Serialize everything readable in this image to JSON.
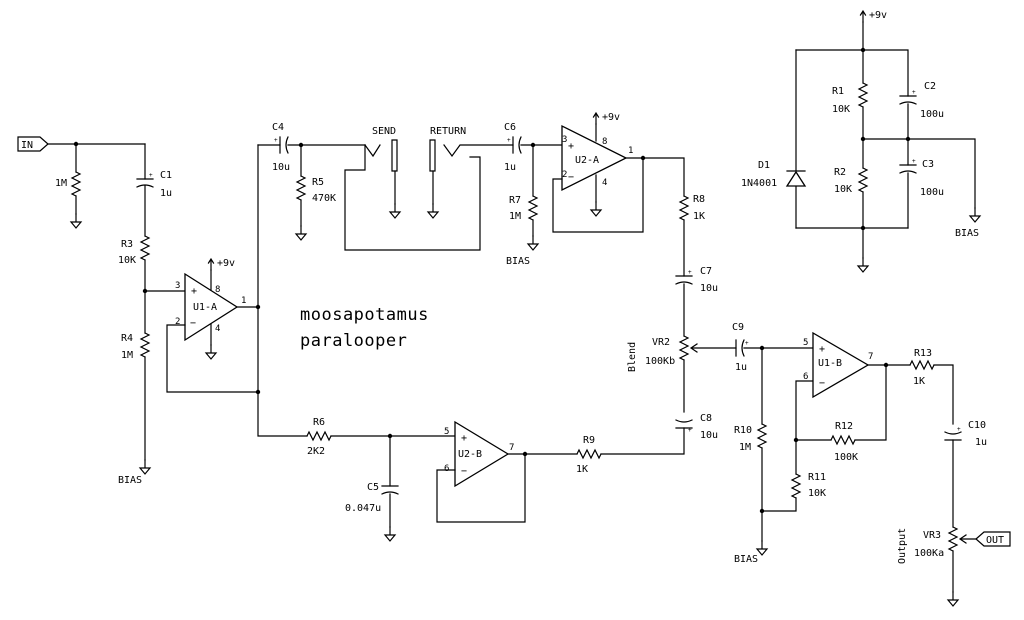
{
  "title": {
    "line1": "moosapotamus",
    "line2": "paralooper"
  },
  "ports": {
    "in": "IN",
    "out": "OUT"
  },
  "rails": {
    "vcc": "+9v",
    "bias": "BIAS"
  },
  "polarity": "+",
  "pins": {
    "p1": "1",
    "p2": "2",
    "p3": "3",
    "p4": "4",
    "p5": "5",
    "p6": "6",
    "p7": "7",
    "p8": "8"
  },
  "jacks": {
    "send": "SEND",
    "return": "RETURN"
  },
  "opamps": {
    "u1a": {
      "name": "U1-A"
    },
    "u1b": {
      "name": "U1-B"
    },
    "u2a": {
      "name": "U2-A"
    },
    "u2b": {
      "name": "U2-B"
    }
  },
  "components": {
    "r_in": {
      "value": "1M"
    },
    "c1": {
      "name": "C1",
      "value": "1u"
    },
    "r3": {
      "name": "R3",
      "value": "10K"
    },
    "r4": {
      "name": "R4",
      "value": "1M"
    },
    "c4": {
      "name": "C4",
      "value": "10u"
    },
    "r5": {
      "name": "R5",
      "value": "470K"
    },
    "c6": {
      "name": "C6",
      "value": "1u"
    },
    "r7": {
      "name": "R7",
      "value": "1M"
    },
    "r8": {
      "name": "R8",
      "value": "1K"
    },
    "c7": {
      "name": "C7",
      "value": "10u"
    },
    "vr2": {
      "name": "VR2",
      "value": "100Kb",
      "label": "Blend"
    },
    "c8": {
      "name": "C8",
      "value": "10u"
    },
    "r6": {
      "name": "R6",
      "value": "2K2"
    },
    "c5": {
      "name": "C5",
      "value": "0.047u"
    },
    "r9": {
      "name": "R9",
      "value": "1K"
    },
    "c9": {
      "name": "C9",
      "value": "1u"
    },
    "r10": {
      "name": "R10",
      "value": "1M"
    },
    "r11": {
      "name": "R11",
      "value": "10K"
    },
    "r12": {
      "name": "R12",
      "value": "100K"
    },
    "r13": {
      "name": "R13",
      "value": "1K"
    },
    "c10": {
      "name": "C10",
      "value": "1u"
    },
    "vr3": {
      "name": "VR3",
      "value": "100Ka",
      "label": "Output"
    },
    "r1": {
      "name": "R1",
      "value": "10K"
    },
    "r2": {
      "name": "R2",
      "value": "10K"
    },
    "c2": {
      "name": "C2",
      "value": "100u"
    },
    "c3": {
      "name": "C3",
      "value": "100u"
    },
    "d1": {
      "name": "D1",
      "value": "1N4001"
    }
  }
}
